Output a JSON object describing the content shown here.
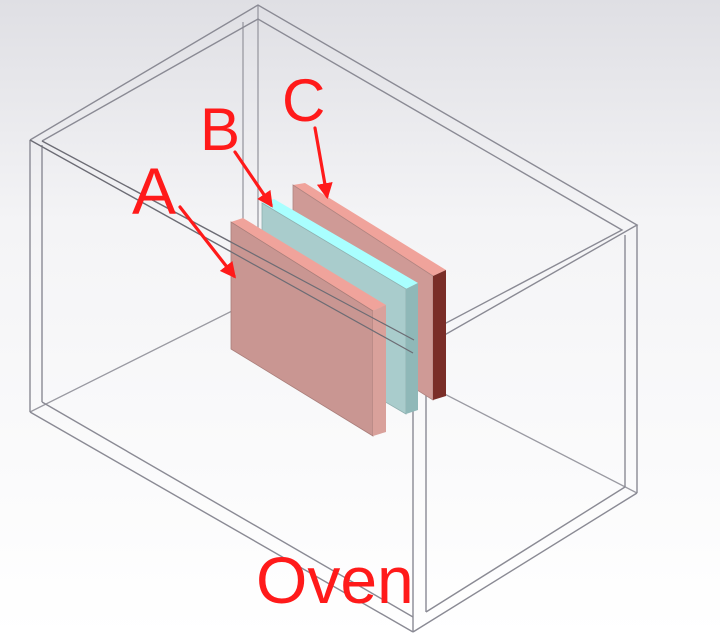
{
  "labels": {
    "a": "A",
    "b": "B",
    "c": "C",
    "oven": "Oven"
  },
  "colors": {
    "label_red": "#ff1a1a",
    "box_edge": "#8a8a94",
    "plate_a_face": "#c99692",
    "plate_a_edge": "#f0a39b",
    "plate_b_face": "#a9cccc",
    "plate_b_edge": "#a9ffff",
    "plate_c_face": "#cf9a96",
    "plate_c_edge": "#f0a39b",
    "plate_c_dark": "#7a2e28",
    "background_light": "#ffffff",
    "background_dark": "#d8d8de"
  }
}
